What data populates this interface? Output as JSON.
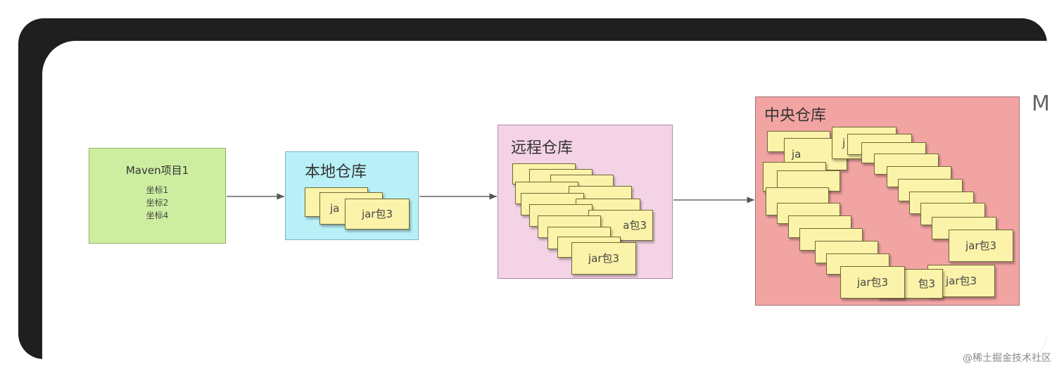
{
  "maven_project": {
    "title": "Maven项目1",
    "coordinates": [
      "坐标1",
      "坐标2",
      "坐标4"
    ]
  },
  "local_repo": {
    "title": "本地仓库",
    "jars": [
      "",
      "ja",
      "jar包3"
    ]
  },
  "remote_repo": {
    "title": "远程仓库",
    "visible_labels": [
      "a包3",
      "jar包3"
    ]
  },
  "central_repo": {
    "title": "中央仓库",
    "visible_labels": [
      "ja",
      "j",
      "jar包3",
      "jar包3",
      "包3",
      "jar包3"
    ]
  },
  "cut_letter": "M",
  "watermark": "@稀土掘金技术社区",
  "colors": {
    "maven": "#cdeea0",
    "local": "#b9f0f8",
    "remote": "#f5d3e6",
    "central": "#f2a4a3",
    "jar": "#fbf3a9"
  }
}
